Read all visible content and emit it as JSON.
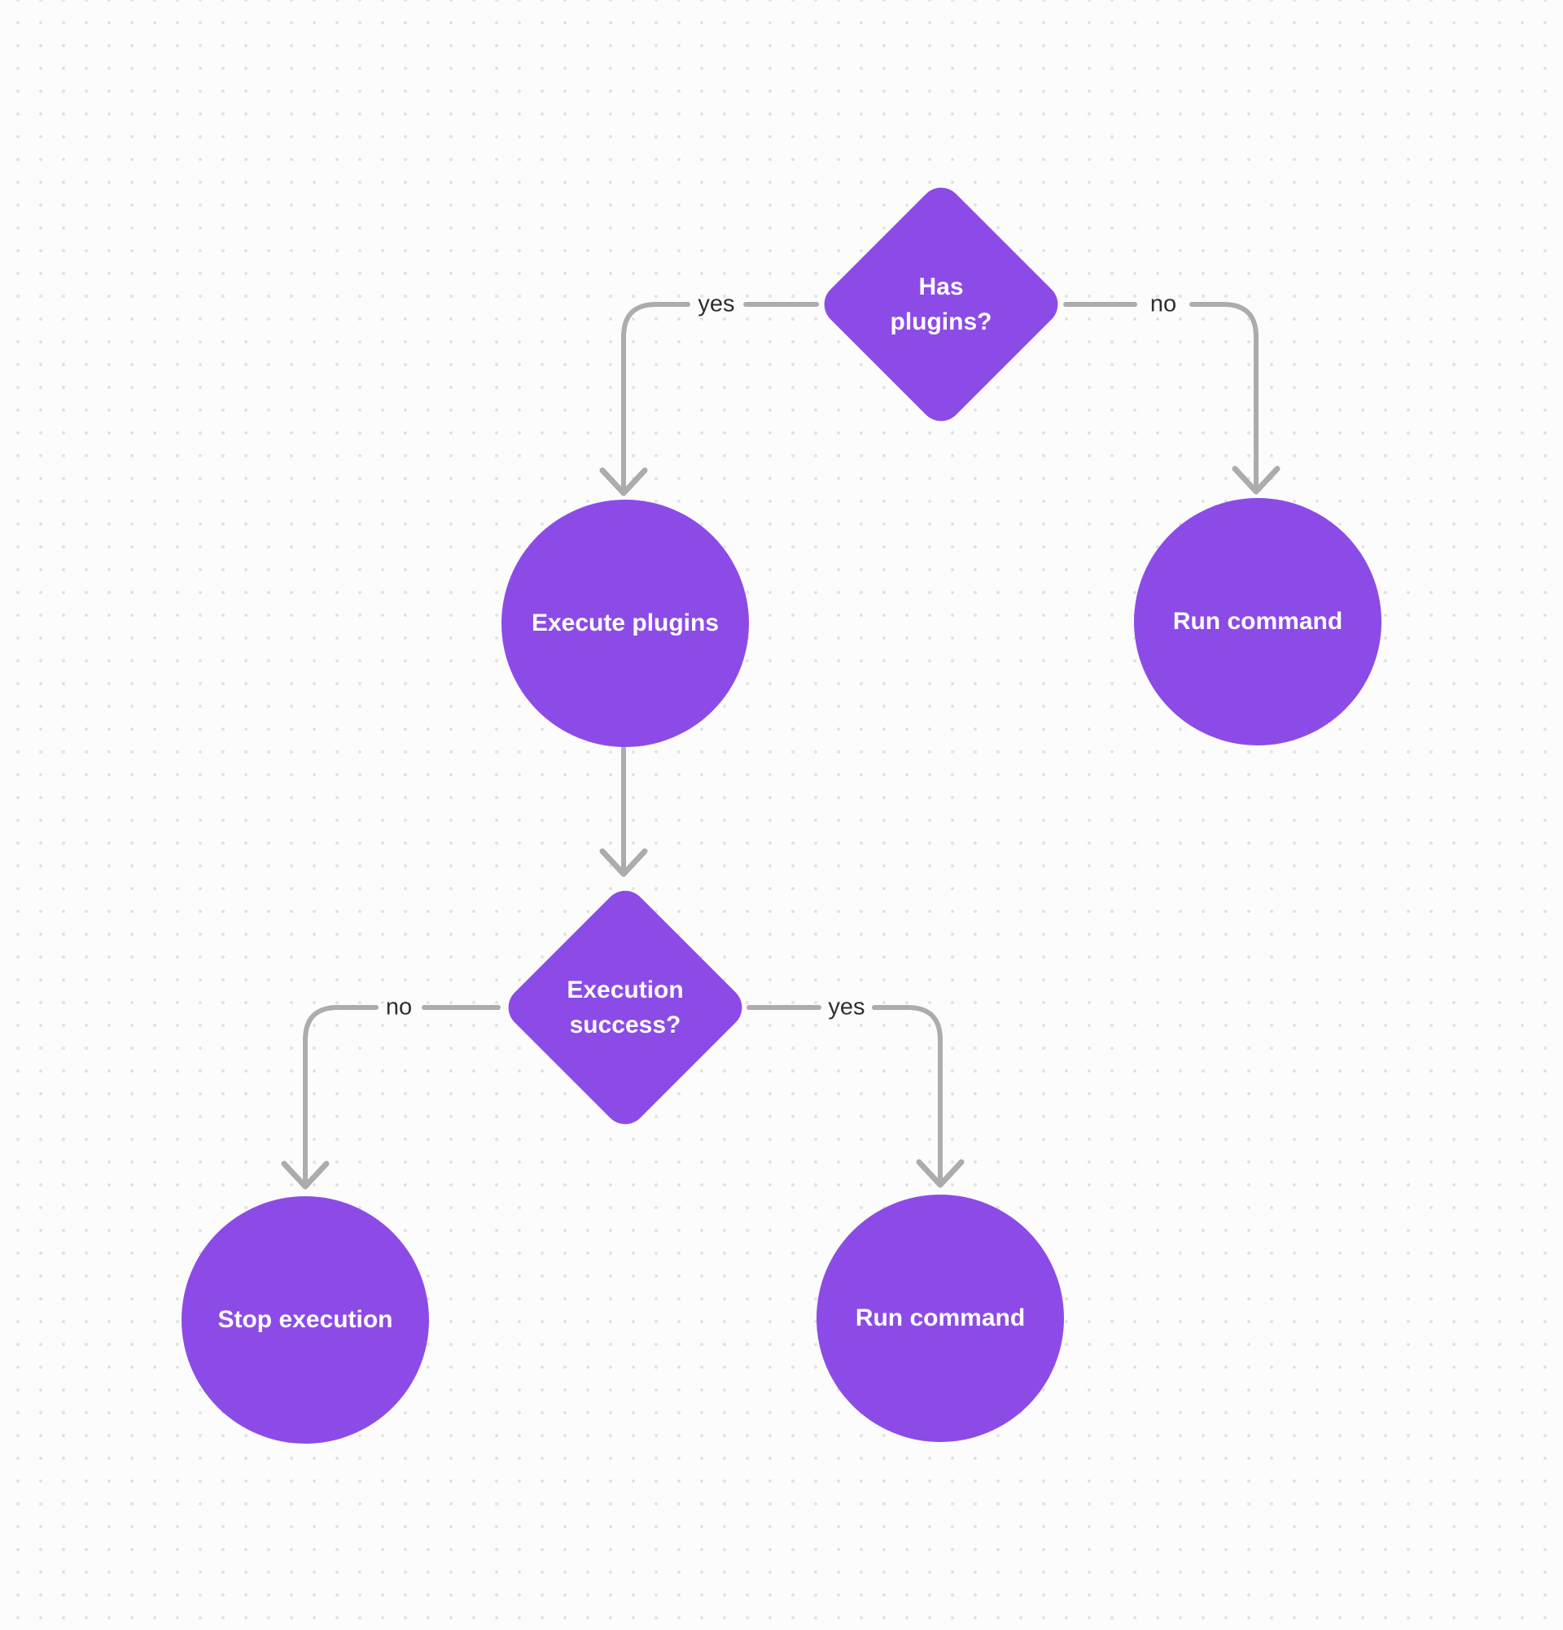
{
  "diagram": {
    "type": "flowchart",
    "colors": {
      "node_fill": "#8C4BE6",
      "node_text": "#FFFFFF",
      "edge_stroke": "#ACACAC",
      "edge_label_text": "#2E2E2E",
      "canvas_background": "#FCFCFC",
      "canvas_dots": "#E3E3E3"
    },
    "nodes": [
      {
        "id": "has-plugins",
        "type": "decision",
        "label": "Has plugins?"
      },
      {
        "id": "execute-plugins",
        "type": "process",
        "label": "Execute plugins"
      },
      {
        "id": "run-command-1",
        "type": "process",
        "label": "Run command"
      },
      {
        "id": "execution-success",
        "type": "decision",
        "label": "Execution success?"
      },
      {
        "id": "stop-execution",
        "type": "process",
        "label": "Stop execution"
      },
      {
        "id": "run-command-2",
        "type": "process",
        "label": "Run command"
      }
    ],
    "edges": [
      {
        "from": "has-plugins",
        "to": "execute-plugins",
        "label": "yes"
      },
      {
        "from": "has-plugins",
        "to": "run-command-1",
        "label": "no"
      },
      {
        "from": "execute-plugins",
        "to": "execution-success",
        "label": ""
      },
      {
        "from": "execution-success",
        "to": "stop-execution",
        "label": "no"
      },
      {
        "from": "execution-success",
        "to": "run-command-2",
        "label": "yes"
      }
    ]
  }
}
